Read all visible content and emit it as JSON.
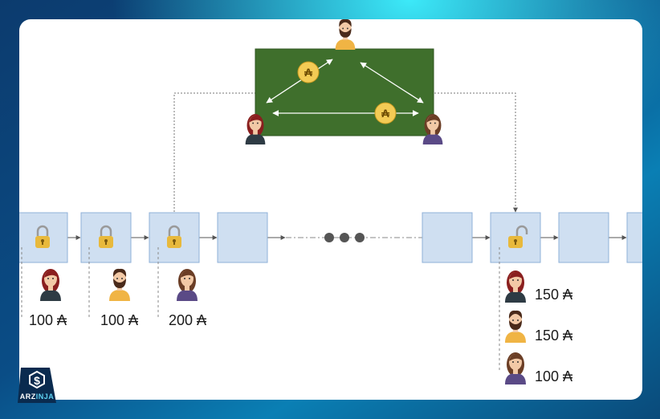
{
  "brand": {
    "prefix": "ARZ",
    "suffix": "INJA"
  },
  "currency_symbol": "₳",
  "channel": {
    "coin_glyph": "₳"
  },
  "chain_labels": [
    {
      "person": "woman-red",
      "amount": "100 ₳"
    },
    {
      "person": "man-beard",
      "amount": "100 ₳"
    },
    {
      "person": "woman-brown",
      "amount": "200 ₳"
    }
  ],
  "settlement_labels": [
    {
      "person": "woman-red",
      "amount": "150 ₳"
    },
    {
      "person": "man-beard",
      "amount": "150 ₳"
    },
    {
      "person": "woman-brown",
      "amount": "100 ₳"
    }
  ],
  "colors": {
    "block_fill": "#cfdff1",
    "block_stroke": "#8fb0d8",
    "channel_fill": "#3f6f2c",
    "lock_gold": "#e8b93c",
    "coin_gold": "#f3cb55",
    "ellipsis_dots": "#555555"
  }
}
